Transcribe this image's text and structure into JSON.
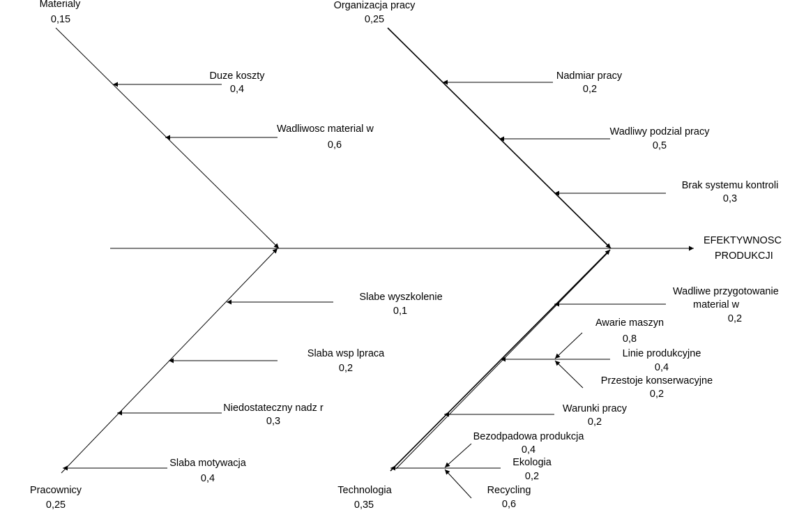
{
  "effect": {
    "line1": "EFEKTYWNOSC",
    "line2": "PRODUKCJI"
  },
  "categories": {
    "materialy": {
      "label": "Materialy",
      "weight": "0,15"
    },
    "organizacja": {
      "label": "Organizacja pracy",
      "weight": "0,25"
    },
    "pracownicy": {
      "label": "Pracownicy",
      "weight": "0,25"
    },
    "technologia": {
      "label": "Technologia",
      "weight": "0,35"
    }
  },
  "causes": {
    "duze_koszty": {
      "label": "Duze koszty",
      "weight": "0,4"
    },
    "wadliwosc_materialow": {
      "label": "Wadliwosc material  w",
      "weight": "0,6"
    },
    "nadmiar_pracy": {
      "label": "Nadmiar pracy",
      "weight": "0,2"
    },
    "wadliwy_podzial": {
      "label": "Wadliwy podzial pracy",
      "weight": "0,5"
    },
    "brak_kontroli": {
      "label": "Brak systemu kontroli",
      "weight": "0,3"
    },
    "slabe_wyszkolenie": {
      "label": "Slabe wyszkolenie",
      "weight": "0,1"
    },
    "slaba_wspolpraca": {
      "label": "Slaba wsp  lpraca",
      "weight": "0,2"
    },
    "niedostateczny_nadzor": {
      "label": "Niedostateczny nadz  r",
      "weight": "0,3"
    },
    "slaba_motywacja": {
      "label": "Slaba motywacja",
      "weight": "0,4"
    },
    "wadliwe_przygotowanie": {
      "line1": "Wadliwe przygotowanie",
      "line2": "material  w",
      "weight": "0,2"
    },
    "linie_produkcyjne": {
      "label": "Linie produkcyjne",
      "weight": "0,4"
    },
    "warunki_pracy": {
      "label": "Warunki pracy",
      "weight": "0,2"
    },
    "ekologia": {
      "label": "Ekologia",
      "weight": "0,2"
    }
  },
  "subcauses": {
    "awarie_maszyn": {
      "label": "Awarie maszyn",
      "weight": "0,8"
    },
    "przestoje": {
      "label": "Przestoje konserwacyjne",
      "weight": "0,2"
    },
    "bezodpadowa": {
      "label": "Bezodpadowa produkcja",
      "weight": "0,4"
    },
    "recycling": {
      "label": "Recycling",
      "weight": "0,6"
    }
  }
}
